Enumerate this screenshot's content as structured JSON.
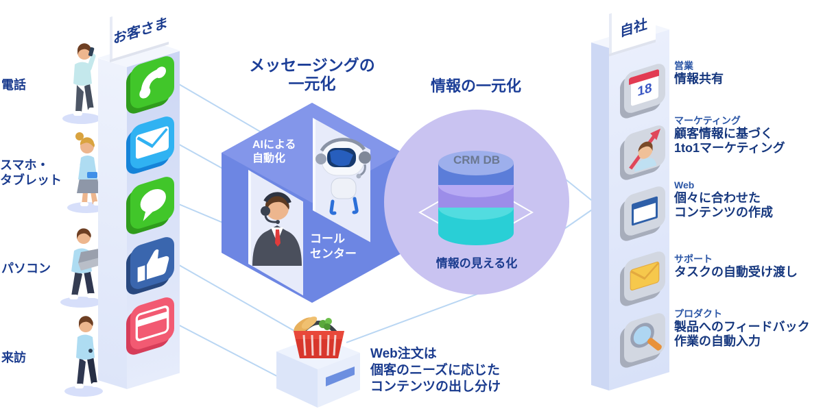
{
  "customers": {
    "sign": "お客さま",
    "personas": [
      {
        "label": "電話",
        "figure": "person-on-phone"
      },
      {
        "label": "スマホ・\nタブレット",
        "figure": "woman-with-tablet"
      },
      {
        "label": "パソコン",
        "figure": "man-with-laptop"
      },
      {
        "label": "来訪",
        "figure": "visitor-walking"
      }
    ],
    "channel_icons": [
      {
        "icon": "phone-icon",
        "color": "#41c62a"
      },
      {
        "icon": "mail-icon",
        "color": "#30b2f2"
      },
      {
        "icon": "chat-icon",
        "color": "#41c62a"
      },
      {
        "icon": "thumbs-up-icon",
        "color": "#3a66ae"
      },
      {
        "icon": "card-icon",
        "color": "#f25a72"
      }
    ]
  },
  "messaging": {
    "title": "メッセージングの\n一元化",
    "ai_label": "AIによる\n自動化",
    "call_center_label": "コール\nセンター"
  },
  "information": {
    "title": "情報の一元化",
    "db_label": "CRM DB",
    "visualization_label": "情報の見える化"
  },
  "web_order": {
    "note": "Web注文は\n個客のニーズに応じた\nコンテンツの出し分け"
  },
  "company": {
    "sign": "自社",
    "departments": [
      {
        "name": "営業",
        "desc": "情報共有",
        "icon": "calendar-icon",
        "calendar_day": "18"
      },
      {
        "name": "マーケティング",
        "desc": "顧客情報に基づく\n1to1マーケティング",
        "icon": "marketing-person-icon"
      },
      {
        "name": "Web",
        "desc": "個々に合わせた\nコンテンツの作成",
        "icon": "browser-icon"
      },
      {
        "name": "サポート",
        "desc": "タスクの自動受け渡し",
        "icon": "envelope-icon"
      },
      {
        "name": "プロダクト",
        "desc": "製品へのフィードバック\n作業の自動入力",
        "icon": "magnifier-icon"
      }
    ]
  },
  "colors": {
    "connector_line": "#b9d6f3",
    "cube": "#6d86e3",
    "cube_top": "#8396ea",
    "circle": "#c9c3f1",
    "navy_text": "#1a3b8e",
    "db_blue": "#5b7dd9",
    "db_purple": "#9c8de9",
    "db_teal": "#29cfd6",
    "tower": "#dfe6fa"
  }
}
